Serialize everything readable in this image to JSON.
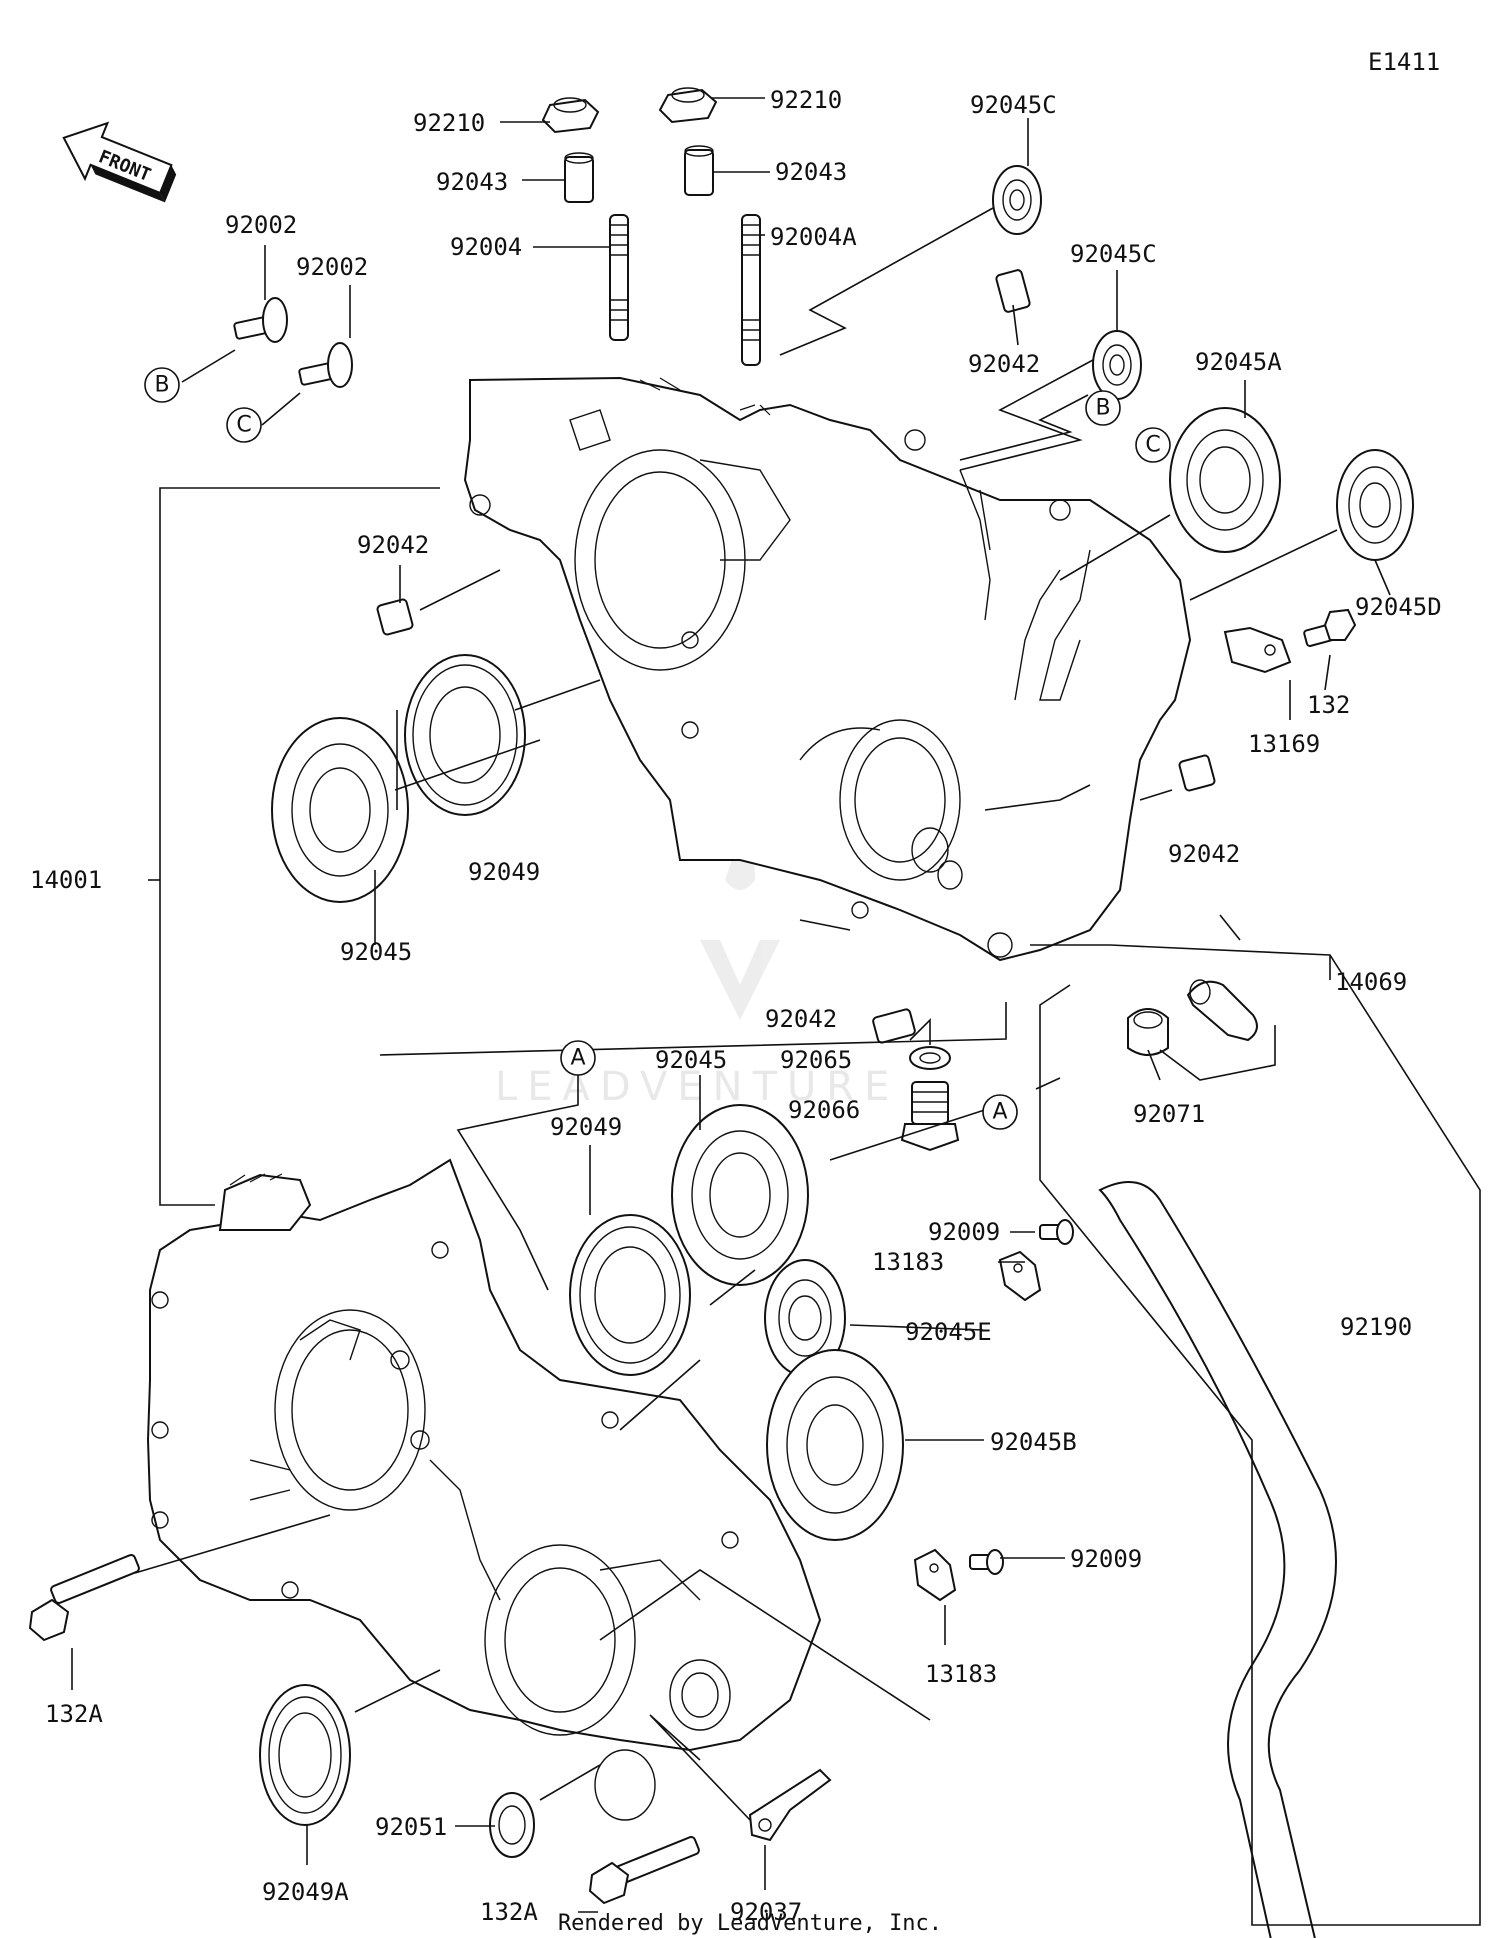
{
  "diagram_code": "E1411",
  "front_marker": "FRONT",
  "watermark": "LEADVENTURE",
  "footer": "Rendered by LeadVenture, Inc.",
  "callouts": [
    {
      "id": "c1",
      "label": "92210"
    },
    {
      "id": "c2",
      "label": "92210"
    },
    {
      "id": "c3",
      "label": "92043"
    },
    {
      "id": "c4",
      "label": "92043"
    },
    {
      "id": "c5",
      "label": "92004"
    },
    {
      "id": "c6",
      "label": "92004A"
    },
    {
      "id": "c7",
      "label": "92045C"
    },
    {
      "id": "c8",
      "label": "92045C"
    },
    {
      "id": "c9",
      "label": "92042"
    },
    {
      "id": "c10",
      "label": "92002"
    },
    {
      "id": "c11",
      "label": "92002"
    },
    {
      "id": "c12",
      "label": "92045A"
    },
    {
      "id": "c13",
      "label": "92045D"
    },
    {
      "id": "c14",
      "label": "92042"
    },
    {
      "id": "c15",
      "label": "132"
    },
    {
      "id": "c16",
      "label": "13169"
    },
    {
      "id": "c17",
      "label": "14001"
    },
    {
      "id": "c18",
      "label": "92049"
    },
    {
      "id": "c19",
      "label": "92045"
    },
    {
      "id": "c20",
      "label": "92042"
    },
    {
      "id": "c21",
      "label": "14069"
    },
    {
      "id": "c22",
      "label": "92042"
    },
    {
      "id": "c23",
      "label": "92065"
    },
    {
      "id": "c24",
      "label": "92066"
    },
    {
      "id": "c25",
      "label": "92071"
    },
    {
      "id": "c26",
      "label": "92045"
    },
    {
      "id": "c27",
      "label": "92049"
    },
    {
      "id": "c28",
      "label": "92009"
    },
    {
      "id": "c29",
      "label": "13183"
    },
    {
      "id": "c30",
      "label": "92190"
    },
    {
      "id": "c31",
      "label": "92045E"
    },
    {
      "id": "c32",
      "label": "92045B"
    },
    {
      "id": "c33",
      "label": "92009"
    },
    {
      "id": "c34",
      "label": "13183"
    },
    {
      "id": "c35",
      "label": "132A"
    },
    {
      "id": "c36",
      "label": "92049A"
    },
    {
      "id": "c37",
      "label": "92051"
    },
    {
      "id": "c38",
      "label": "132A"
    },
    {
      "id": "c39",
      "label": "92037"
    }
  ],
  "reference_markers": [
    {
      "id": "r1",
      "letter": "B"
    },
    {
      "id": "r2",
      "letter": "C"
    },
    {
      "id": "r3",
      "letter": "B"
    },
    {
      "id": "r4",
      "letter": "C"
    },
    {
      "id": "r5",
      "letter": "A"
    },
    {
      "id": "r6",
      "letter": "A"
    }
  ]
}
